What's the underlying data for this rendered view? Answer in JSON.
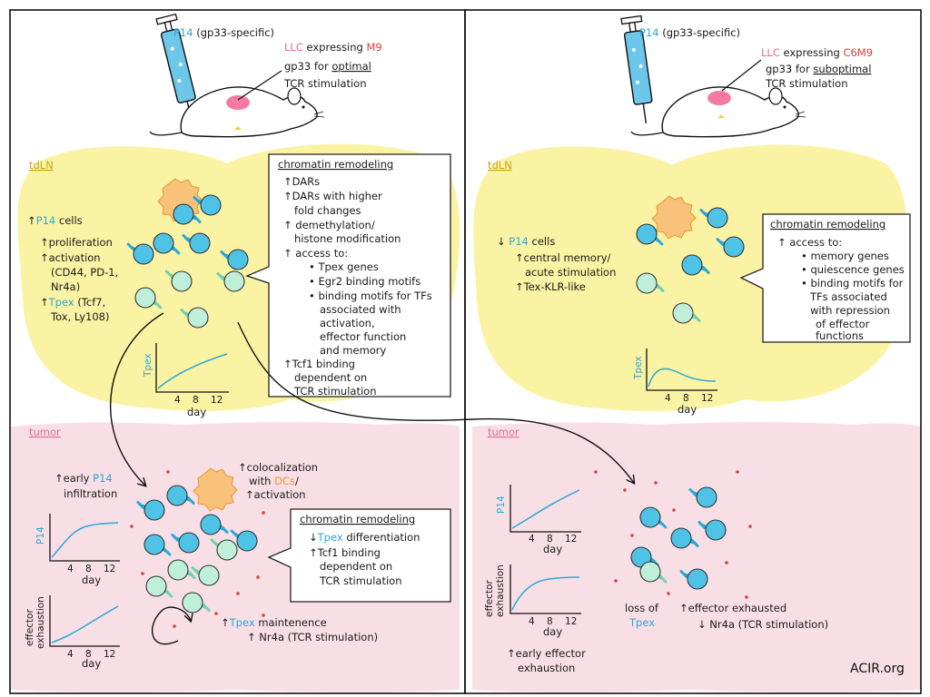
{
  "colors": {
    "lymph_node": "#fbf3a4",
    "tumor": "#f8dfe6",
    "cell_blue": "#4ec3e6",
    "cell_green": "#bfefd9",
    "dc": "#f9c27a",
    "curve": "#2aa7d6"
  },
  "left": {
    "injection": {
      "label_colored": "P14",
      "label_rest": "(gp33-specific)"
    },
    "mouse_note": {
      "l1_a": "LLC",
      "l1_b": "expressing",
      "l1_c": "M9",
      "l2_a": "gp33 for",
      "l2_b": "optimal",
      "l3": "TCR stimulation"
    },
    "tdln": {
      "label": "tdLN",
      "cells_line_arrow": "↑",
      "cells_line_a": "P14",
      "cells_line_b": "cells",
      "lines": [
        "↑proliferation",
        "↑activation",
        "(CD44, PD-1,",
        "Nr4a)"
      ],
      "tpex_arrow": "↑",
      "tpex": "Tpex",
      "tpex_rest": "(Tcf7,",
      "tpex_l2": "Tox, Ly108)",
      "chromatin": {
        "title": "chromatin remodeling",
        "lines": [
          "↑DARs",
          "↑DARs with higher",
          "fold changes",
          "↑ demethylation/",
          "histone modification",
          "↑ access to:",
          "• Tpex genes",
          "• Egr2 binding motifs",
          "• binding motifs for TFs",
          "associated with",
          "activation,",
          "effector function",
          "and memory",
          "↑Tcf1 binding",
          "dependent on",
          "TCR stimulation"
        ]
      },
      "plot": {
        "ylabel": "Tpex",
        "xlabel": "day",
        "ticks": [
          "4",
          "8",
          "12"
        ]
      }
    },
    "tumor": {
      "label": "tumor",
      "infil_arrow": "↑early",
      "infil_p14": "P14",
      "infil_l2": "infiltration",
      "coloc_l1": "↑colocalization",
      "coloc_l2a": "with",
      "coloc_l2b": "DCs",
      "coloc_l2c": "/",
      "coloc_l3": "↑activation",
      "chromatin": {
        "title": "chromatin remodeling",
        "l1_arrow": "↓",
        "l1_colored": "Tpex",
        "l1_rest": "differentiation",
        "lines": [
          "↑Tcf1 binding",
          "dependent on",
          "TCR stimulation"
        ]
      },
      "maint_arrow": "↑",
      "maint_colored": "Tpex",
      "maint_rest": "maintenence",
      "maint_l2": "↑ Nr4a (TCR stimulation)",
      "plot1": {
        "ylabel": "P14",
        "xlabel": "day",
        "ticks": [
          "4",
          "8",
          "12"
        ]
      },
      "plot2": {
        "ylabel_l1": "effector",
        "ylabel_l2": "exhaustion",
        "xlabel": "day",
        "ticks": [
          "4",
          "8",
          "12"
        ]
      }
    }
  },
  "right": {
    "injection": {
      "label_colored": "P14",
      "label_rest": "(gp33-specific)"
    },
    "mouse_note": {
      "l1_a": "LLC",
      "l1_b": "expressing",
      "l1_c": "C6M9",
      "l2_a": "gp33 for",
      "l2_b": "suboptimal",
      "l3": "TCR stimulation"
    },
    "tdln": {
      "label": "tdLN",
      "cells_arrow": "↓",
      "cells_colored": "P14",
      "cells_rest": "cells",
      "lines": [
        "↑central memory/",
        "acute stimulation",
        "↑Tex-KLR-like"
      ],
      "chromatin": {
        "title": "chromatin remodeling",
        "lines": [
          "↑ access to:",
          "• memory genes",
          "• quiescence genes",
          "• binding motifs for",
          "TFs associated",
          "with repression",
          "of effector",
          "functions"
        ]
      },
      "plot": {
        "ylabel": "Tpex",
        "xlabel": "day",
        "ticks": [
          "4",
          "8",
          "12"
        ]
      }
    },
    "tumor": {
      "label": "tumor",
      "plot1": {
        "ylabel": "P14",
        "xlabel": "day",
        "ticks": [
          "4",
          "8",
          "12"
        ]
      },
      "plot2": {
        "ylabel_l1": "effector",
        "ylabel_l2": "exhaustion",
        "xlabel": "day",
        "ticks": [
          "4",
          "8",
          "12"
        ]
      },
      "loss_l1": "loss of",
      "loss_l2": "Tpex",
      "eff_l1": "↑effector exhausted",
      "eff_l2": "↓ Nr4a (TCR stimulation)",
      "early_l1": "↑early effector",
      "early_l2": "exhaustion"
    }
  },
  "watermark": "ACIR.org"
}
